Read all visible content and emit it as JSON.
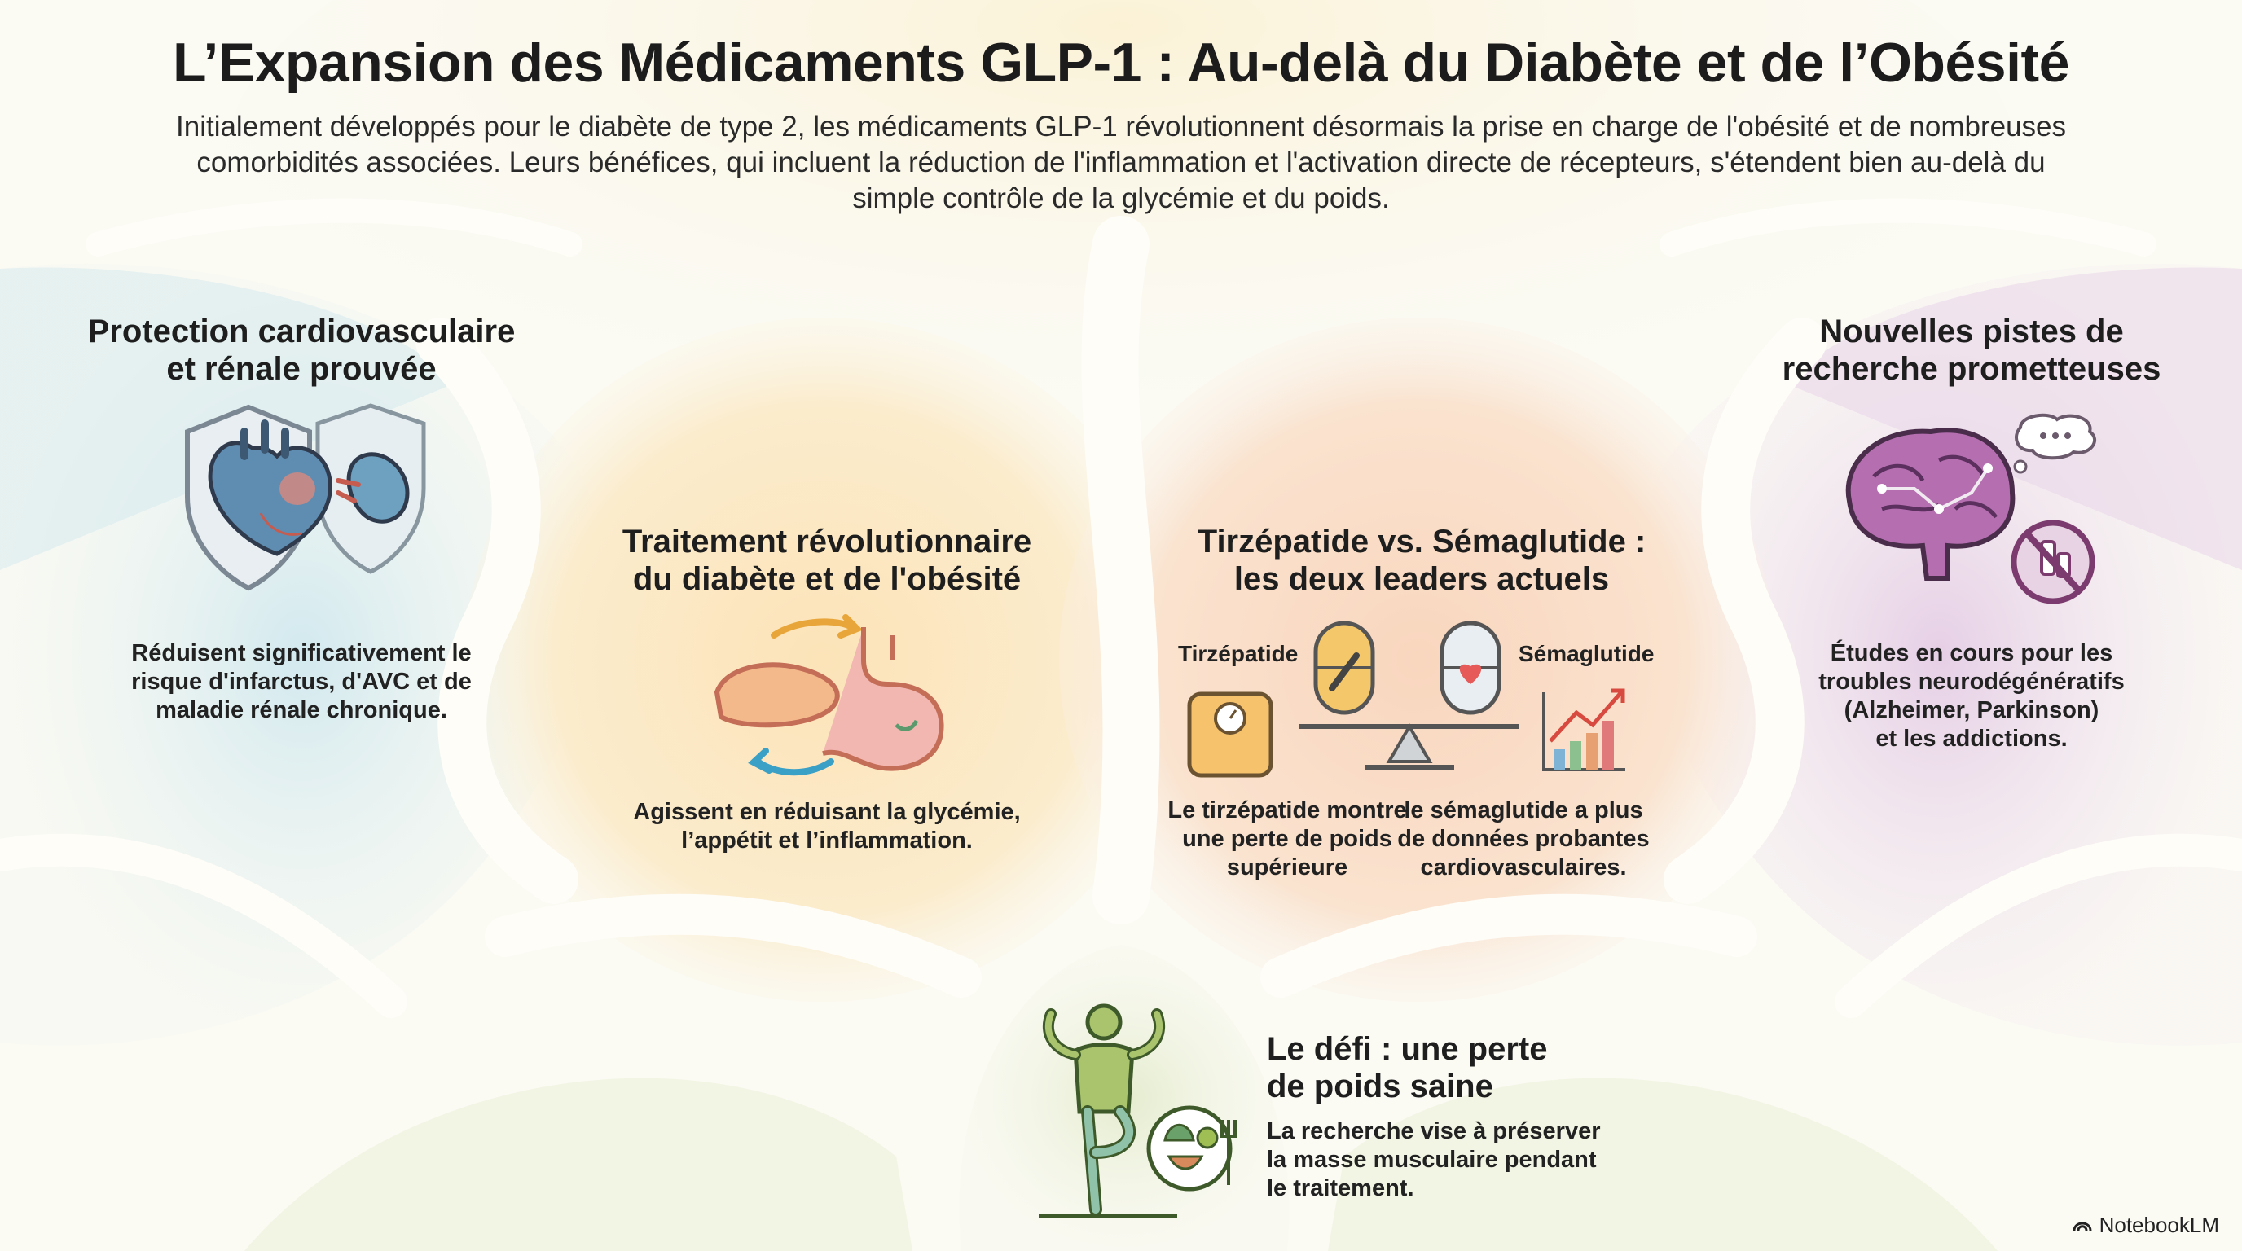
{
  "header": {
    "title": "L’Expansion des Médicaments GLP-1 : Au-delà du Diabète et de l’Obésité",
    "intro_line1": "Initialement développés pour le diabète de type 2, les médicaments GLP-1 révolutionnent désormais la prise en charge de l'obésité et de nombreuses",
    "intro_line2": "comorbidités associées. Leurs bénéfices, qui incluent la réduction de l'inflammation et l'activation directe de récepteurs, s'étendent bien au-delà du",
    "intro_line3": "simple contrôle de la glycémie et du poids."
  },
  "cardio": {
    "title_line1": "Protection cardiovasculaire",
    "title_line2": "et rénale prouvée",
    "body_line1": "Réduisent significativement le",
    "body_line2": "risque d'infarctus, d'AVC et de",
    "body_line3": "maladie rénale chronique.",
    "icon": "heart-kidney-shield-icon"
  },
  "treatment": {
    "title_line1": "Traitement révolutionnaire",
    "title_line2": "du diabète et de l'obésité",
    "body_line1": "Agissent en réduisant la glycémie,",
    "body_line2": "l’appétit et l’inflammation.",
    "icon": "pancreas-stomach-icon"
  },
  "leaders": {
    "title_line1": "Tirzépatide vs. Sémaglutide :",
    "title_line2": "les deux leaders actuels",
    "label_left": "Tirzépatide",
    "label_right": "Sémaglutide",
    "left_line1": "Le tirzépatide montre",
    "left_line2": "une perte de poids",
    "left_line3": "supérieure",
    "right_line1": "le sémaglutide a plus",
    "right_line2": "de données probantes",
    "right_line3": "cardiovasculaires.",
    "icon": "balance-scale-icon"
  },
  "research": {
    "title_line1": "Nouvelles pistes de",
    "title_line2": "recherche prometteuses",
    "body_line1": "Études en cours pour les",
    "body_line2": "troubles neurodégénératifs",
    "body_line3": "(Alzheimer, Parkinson)",
    "body_line4": "et les addictions.",
    "icon": "brain-icon"
  },
  "challenge": {
    "title_line1": "Le défi : une perte",
    "title_line2": "de poids saine",
    "body_line1": "La recherche vise à préserver",
    "body_line2": "la masse musculaire pendant",
    "body_line3": "le traitement.",
    "icon": "athlete-icon"
  },
  "brand": {
    "name": "NotebookLM",
    "icon": "notebooklm-logo-icon"
  },
  "colors": {
    "cardio_bg": "#dcecf0",
    "treatment_bg": "#fbe7c4",
    "leaders_bg": "#f8dcc6",
    "research_bg": "#ead8ea",
    "challenge_bg": "#e8efd6",
    "ribbon": "#fdfcf6"
  }
}
